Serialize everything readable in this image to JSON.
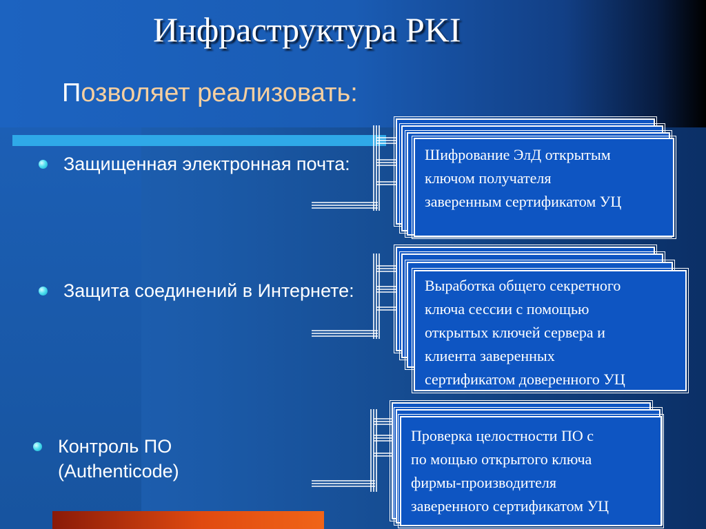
{
  "slide": {
    "title": "Инфраструктура PKI",
    "subtitle_first": "П",
    "subtitle_rest": "озволяет реализовать:"
  },
  "bullets": [
    {
      "text": "Защищенная электронная почта:"
    },
    {
      "text": "Защита соединений в Интернете:"
    },
    {
      "line1": "Контроль ПО",
      "line2": "(Authenticode)"
    }
  ],
  "boxes": [
    {
      "lines": [
        "Шифрование ЭлД открытым",
        "ключом получателя",
        "заверенным сертификатом УЦ"
      ]
    },
    {
      "lines": [
        "Выработка общего секретного",
        "ключа сессии с помощью",
        "открытых ключей сервера и",
        "клиента заверенных",
        "сертификатом доверенного УЦ"
      ]
    },
    {
      "lines": [
        "Проверка целостности ПО с",
        "по мощью открытого ключа",
        "фирмы-производителя",
        "заверенного сертификатом УЦ"
      ]
    }
  ],
  "colors": {
    "background": "#1b5aa8",
    "card_fill": "#0e55c2",
    "accent_bar": "#2fa9e8",
    "bottom_bar": "#e04a10",
    "subtitle": "#f5cfa0",
    "bullet_dot": "#4fe0f0"
  },
  "icons": {
    "bullet": "cyan-round-bullet-icon"
  }
}
